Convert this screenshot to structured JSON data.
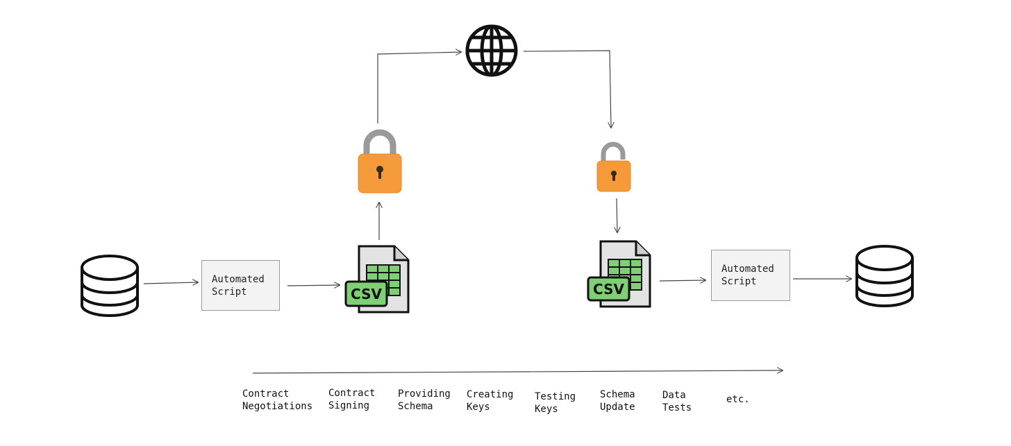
{
  "script_label": [
    "Automated",
    "Script"
  ],
  "csv_label": "CSV",
  "icons": [
    "database-icon",
    "globe-icon",
    "lock-icon",
    "csv-file-icon"
  ],
  "colors": {
    "lock_body": "#f59a3a",
    "lock_shackle": "#9a9a9a",
    "csv_green": "#7fd075",
    "csv_sheet": "#e3e3e3",
    "stroke": "#111111",
    "arrow": "#444444",
    "box_fill": "#f3f3f3"
  },
  "timeline": [
    [
      "Contract",
      "Negotiations"
    ],
    [
      "Contract",
      "Signing"
    ],
    [
      "Providing",
      "Schema"
    ],
    [
      "Creating",
      "Keys"
    ],
    [
      "Testing",
      "Keys"
    ],
    [
      "Schema",
      "Update"
    ],
    [
      "Data",
      "Tests"
    ],
    [
      "etc."
    ]
  ]
}
